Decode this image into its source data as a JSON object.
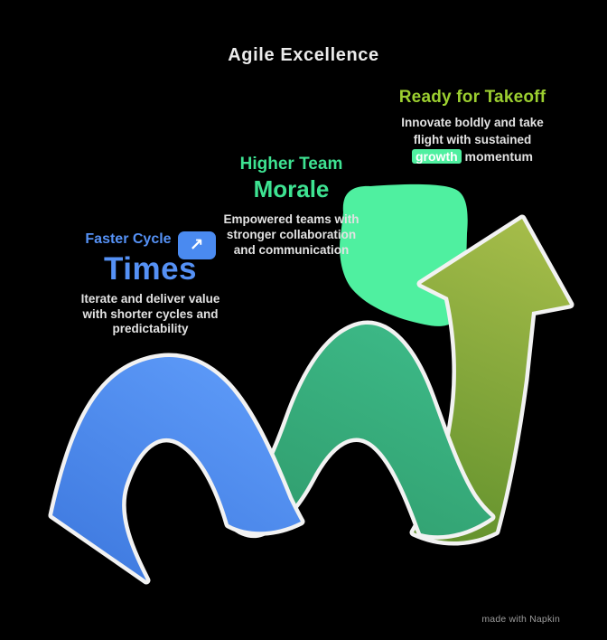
{
  "title": "Agile Excellence",
  "watermark": "made with Napkin",
  "colors": {
    "background": "#000000",
    "title_gray": "#ebebeb",
    "desc_gray": "#e2e2e2",
    "blue": "#5591f5",
    "blue_ribbon": "#4a8cf0",
    "teal_ribbon": "#36a578",
    "mint": "#3ee392",
    "mint_blob": "#4ff0a0",
    "lime": "#9ccf30",
    "olive_dark": "#5f8f2b",
    "olive_light": "#a6bd4a",
    "outline_white": "#f2f2f2",
    "watermark_gray": "#9c9c9c"
  },
  "figure": {
    "description": "ascending wavy ribbon arrow with three colored segments",
    "segments": [
      "blue-wave-segment",
      "green-wave-segment",
      "olive-ascending-arrow"
    ],
    "accents": [
      "mint-highlight-blob"
    ]
  },
  "blocks": {
    "left": {
      "label": "Faster Cycle",
      "badge_icon": "trend-up-icon",
      "badge_glyph": "↗",
      "keyword": "Times",
      "desc": [
        "Iterate and deliver value",
        "with shorter cycles and",
        "predictability"
      ]
    },
    "middle": {
      "heading_line1": "Higher Team",
      "heading_line2": "Morale",
      "desc": [
        "Empowered teams with",
        "stronger collaboration",
        "and communication"
      ]
    },
    "right": {
      "label": "Ready for Takeoff",
      "desc_line1": "Innovate boldly and take",
      "desc_line2": "flight with sustained",
      "desc_line3_highlight": "growth",
      "desc_line3_rest": " momentum"
    }
  }
}
